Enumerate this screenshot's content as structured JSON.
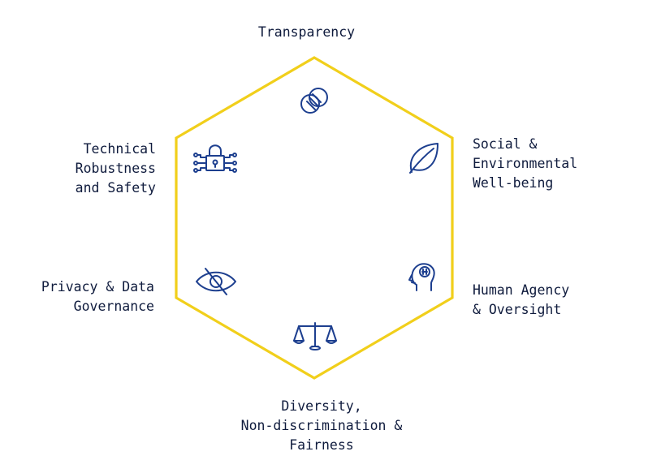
{
  "diagram": {
    "accent_color": "#f1cf1b",
    "icon_color": "#1d3f8f",
    "text_color": "#0f1b3d",
    "principles": [
      {
        "key": "transparency",
        "icon": "linked-circles-icon",
        "lines": [
          "Transparency"
        ]
      },
      {
        "key": "social",
        "icon": "leaf-icon",
        "lines": [
          "Social &",
          "Environmental",
          "Well-being"
        ]
      },
      {
        "key": "human",
        "icon": "head-gears-icon",
        "lines": [
          "Human Agency",
          "& Oversight"
        ]
      },
      {
        "key": "diversity",
        "icon": "balance-scale-icon",
        "lines": [
          "Diversity,",
          "Non-discrimination &",
          "Fairness"
        ]
      },
      {
        "key": "privacy",
        "icon": "crossed-eye-icon",
        "lines": [
          "Privacy & Data",
          "Governance"
        ]
      },
      {
        "key": "technical",
        "icon": "circuit-lock-icon",
        "lines": [
          "Technical",
          "Robustness",
          "and Safety"
        ]
      }
    ]
  }
}
